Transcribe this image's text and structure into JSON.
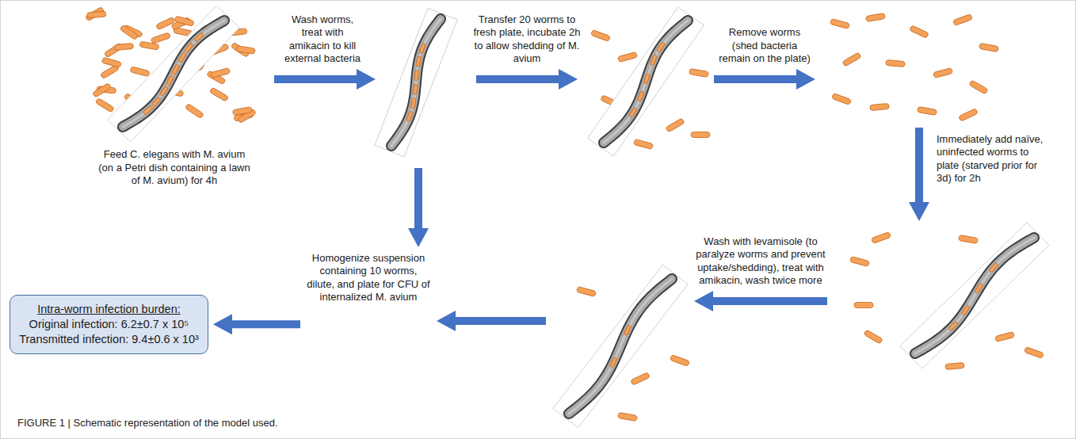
{
  "diagram": {
    "caption": "FIGURE 1 | Schematic representation of the model used.",
    "nodes": [
      {
        "text": [
          "Feed C. elegans with M. avium (on a Petri dish containing a lawn of M. avium) for 4h"
        ]
      },
      {
        "text": []
      },
      {
        "text": []
      },
      {
        "text": []
      },
      {
        "text": []
      },
      {
        "text": []
      },
      {
        "text": [
          "Homogenize suspension containing 10 worms, dilute, and plate for CFU of internalized M. avium"
        ]
      },
      {
        "text": [
          "Intra-worm infection burden:",
          "Original infection: 6.2±0.7 x 10⁵",
          "Transmitted infection: 9.4±0.6 x 10³"
        ]
      }
    ],
    "edges": [
      {
        "from": 0,
        "to": 1,
        "arrow": "to",
        "label": "Wash worms, treat with amikacin to kill external bacteria"
      },
      {
        "from": 1,
        "to": 2,
        "arrow": "to",
        "label": "Transfer 20 worms to fresh plate, incubate 2h to allow shedding of M. avium"
      },
      {
        "from": 2,
        "to": 3,
        "arrow": "to",
        "label": "Remove worms (shed bacteria remain on the plate)"
      },
      {
        "from": 3,
        "to": 4,
        "arrow": "to",
        "label": "Immediately add naïve, uninfected worms to plate (starved prior for 3d) for 2h"
      },
      {
        "from": 4,
        "to": 5,
        "arrow": "to",
        "label": "Wash with levamisole (to paralyze worms and prevent uptake/shedding), treat with amikacin, wash twice more"
      },
      {
        "from": 1,
        "to": 6,
        "arrow": "to"
      },
      {
        "from": 5,
        "to": 6,
        "arrow": "to"
      },
      {
        "from": 6,
        "to": 7,
        "arrow": "to"
      }
    ]
  }
}
